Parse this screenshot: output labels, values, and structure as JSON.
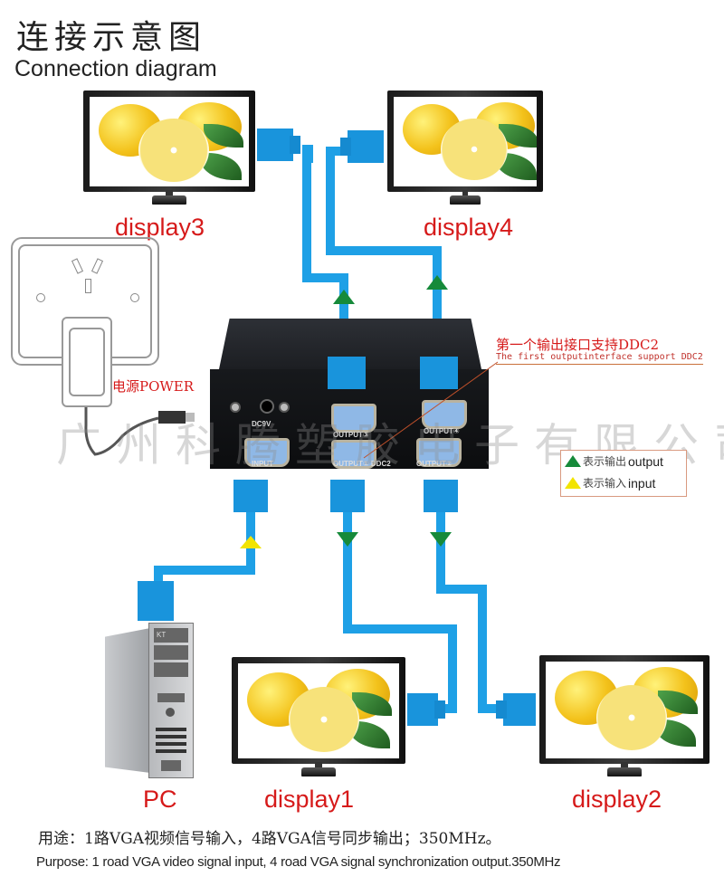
{
  "title": {
    "cn": "连接示意图",
    "en": "Connection diagram"
  },
  "devices": {
    "display1": "display1",
    "display2": "display2",
    "display3": "display3",
    "display4": "display4",
    "pc": "PC",
    "pc_brand": "KT",
    "power": "电源POWER"
  },
  "splitter": {
    "ports": {
      "dc": "DC9V",
      "input": "INPUT",
      "output1": "OUTPUT① DDC2",
      "output2": "OUTPUT②",
      "output3": "OUTPUT③",
      "output4": "OUTPUT④"
    }
  },
  "ddc_note": {
    "cn": "第一个输出接口支持DDC2",
    "en": "The first outputinterface support DDC2"
  },
  "legend": {
    "output_cn": "表示输出",
    "output_en": "output",
    "input_cn": "表示输入",
    "input_en": "input",
    "output_color": "#168a3a",
    "input_color": "#f2e400"
  },
  "watermark": "广州科腾塑胶电子有限公司",
  "footer": {
    "cn": "用途：1路VGA视频信号输入，4路VGA信号同步输出；350MHz。",
    "en": "Purpose: 1 road VGA video signal input, 4 road VGA signal synchronization output.350MHz"
  },
  "colors": {
    "label_red": "#d61a1a",
    "cable_blue": "#1ea0e6"
  }
}
